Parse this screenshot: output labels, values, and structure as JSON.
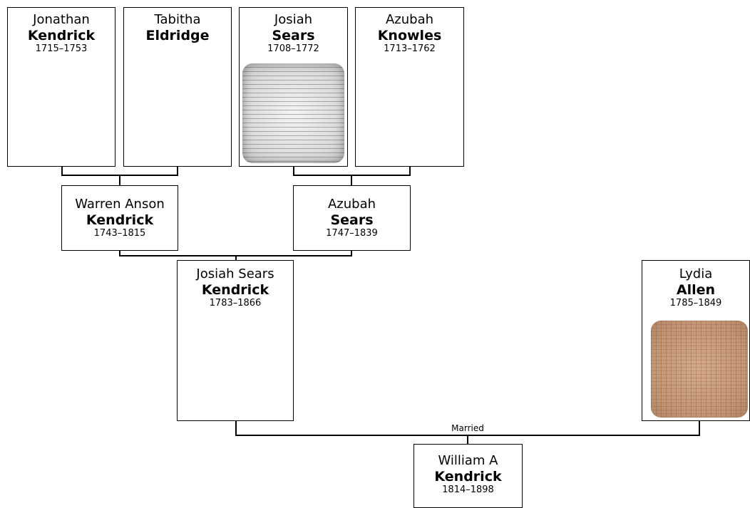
{
  "people": {
    "jonathan": {
      "given": "Jonathan",
      "surname": "Kendrick",
      "dates": "1715–1753"
    },
    "tabitha": {
      "given": "Tabitha",
      "surname": "Eldridge",
      "dates": ""
    },
    "josiah_sr": {
      "given": "Josiah",
      "surname": "Sears",
      "dates": "1708–1772"
    },
    "azubah_knowles": {
      "given": "Azubah",
      "surname": "Knowles",
      "dates": "1713–1762"
    },
    "warren": {
      "given": "Warren Anson",
      "surname": "Kendrick",
      "dates": "1743–1815"
    },
    "azubah_sears": {
      "given": "Azubah",
      "surname": "Sears",
      "dates": "1747–1839"
    },
    "josiah_kendrick": {
      "given": "Josiah Sears",
      "surname": "Kendrick",
      "dates": "1783–1866"
    },
    "lydia": {
      "given": "Lydia",
      "surname": "Allen",
      "dates": "1785–1849"
    },
    "william": {
      "given": "William A",
      "surname": "Kendrick",
      "dates": "1814–1898"
    }
  },
  "union": {
    "married_label": "Married"
  }
}
